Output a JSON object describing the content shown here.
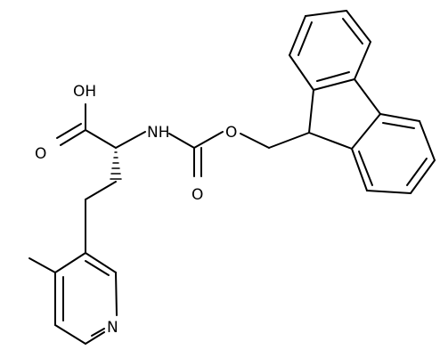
{
  "molecule": {
    "atom_labels": {
      "hydroxyl": "OH",
      "carbonyl_oxygen_acid": "O",
      "amide_nitrogen": "NH",
      "carbonyl_oxygen_carbamate": "O",
      "ester_oxygen": "O",
      "pyridine_nitrogen": "N"
    },
    "colors": {
      "bond": "#000000",
      "text": "#000000",
      "background": "#ffffff"
    }
  }
}
